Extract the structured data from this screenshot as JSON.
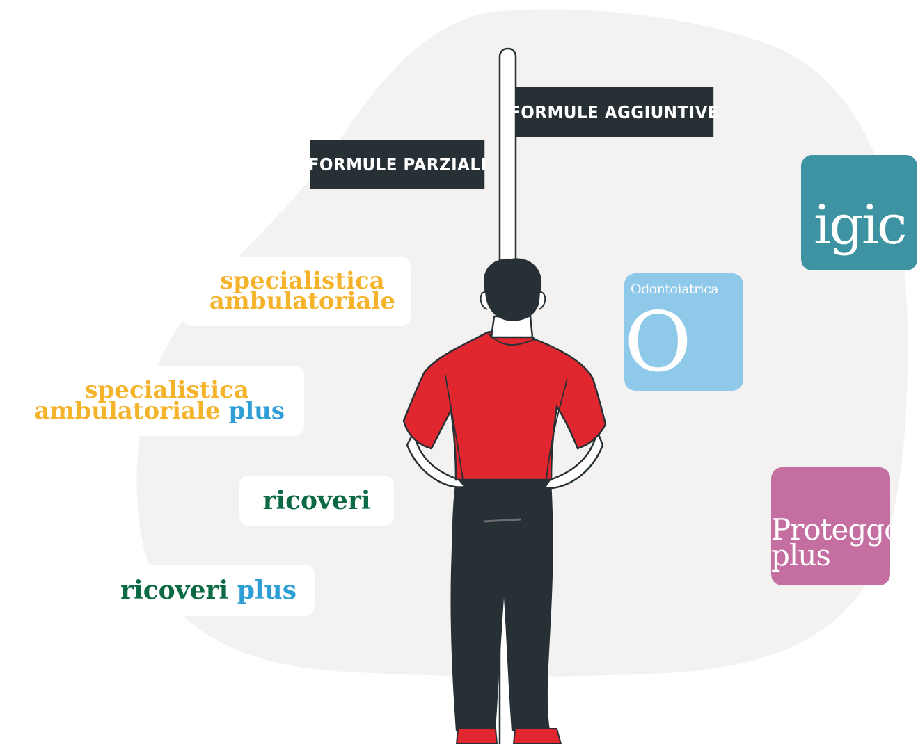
{
  "signs": {
    "aggiuntive": "FORMULE AGGIUNTIVE",
    "parziali": "FORMULE PARZIALI"
  },
  "cards": {
    "spec_line1": "specialistica",
    "spec_line2": "ambulatoriale",
    "specplus_line1": "specialistica",
    "specplus_line2_a": "ambulatoriale",
    "specplus_line2_b": "plus",
    "ricoveri": "ricoveri",
    "ricplus_a": "ricoveri",
    "ricplus_b": "plus"
  },
  "tiles": {
    "igic": "igic",
    "odontoiatrica_label": "Odontoiatrica",
    "odontoiatrica_letter": "O",
    "proteggo_line1": "Proteggo",
    "proteggo_line2": "plus"
  },
  "colors": {
    "background_blob": "#f3f2f1",
    "sign": "#263035",
    "yellow_text": "#f4b32b",
    "blue_text": "#2e9fd6",
    "green_text": "#0b6a44",
    "tile_teal": "#3e93a2",
    "tile_light_blue": "#8fc9ea",
    "tile_pink": "#c46ea1",
    "shirt_red": "#e0262e",
    "dark": "#263035"
  }
}
